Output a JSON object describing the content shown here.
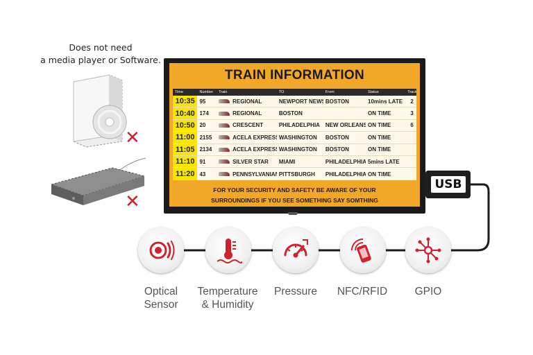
{
  "note": {
    "line1": "Does not need",
    "line2": "a media player or Software."
  },
  "screen": {
    "title": "TRAIN INFORMATION",
    "columns": [
      "Time",
      "Number",
      "Train",
      "TO",
      "From",
      "Status",
      "Track"
    ],
    "rows": [
      {
        "time": "10:35",
        "number": "95",
        "train": "REGIONAL",
        "to": "NEWPORT NEWS",
        "from": "BOSTON",
        "status": "10mins LATE",
        "track": "2"
      },
      {
        "time": "10:40",
        "number": "174",
        "train": "REGIONAL",
        "to": "BOSTON",
        "from": "",
        "status": "ON TIME",
        "track": "3"
      },
      {
        "time": "10:50",
        "number": "20",
        "train": "CRESCENT",
        "to": "PHILADELPHIA",
        "from": "NEW ORLEANS",
        "status": "ON TIME",
        "track": "6"
      },
      {
        "time": "11:00",
        "number": "2155",
        "train": "ACELA EXPRESS",
        "to": "WASHINGTON",
        "from": "BOSTON",
        "status": "ON TIME",
        "track": ""
      },
      {
        "time": "11:05",
        "number": "2134",
        "train": "ACELA EXPRESS",
        "to": "WASHINGTON",
        "from": "BOSTON",
        "status": "ON TIME",
        "track": ""
      },
      {
        "time": "11:10",
        "number": "91",
        "train": "SILVER STAR",
        "to": "MIAMI",
        "from": "PHILADELPHIA",
        "status": "5mins LATE",
        "track": ""
      },
      {
        "time": "11:20",
        "number": "43",
        "train": "PENNSYLVANIAN",
        "to": "PITTSBURGH",
        "from": "PHILADELPHIA",
        "status": "ON TIME",
        "track": ""
      }
    ],
    "footer_line1": "FOR YOUR SECURITY AND SAFETY BE AWARE OF YOUR",
    "footer_line2": "SURROUNDINGS IF YOU SEE SOMETHING SAY SOMTHING"
  },
  "usb_label": "USB",
  "sensors": [
    {
      "icon": "optical-sensor-icon",
      "line1": "Optical",
      "line2": "Sensor"
    },
    {
      "icon": "thermometer-icon",
      "line1": "Temperature",
      "line2": "& Humidity"
    },
    {
      "icon": "pressure-gauge-icon",
      "line1": "Pressure",
      "line2": ""
    },
    {
      "icon": "nfc-rfid-icon",
      "line1": "NFC/RFID",
      "line2": ""
    },
    {
      "icon": "gpio-icon",
      "line1": "GPIO",
      "line2": ""
    }
  ],
  "colors": {
    "accent_red": "#d0222e",
    "screen_yellow": "#f1a829",
    "time_highlight": "#f7e700",
    "tv_frame": "#1b1b1b"
  }
}
